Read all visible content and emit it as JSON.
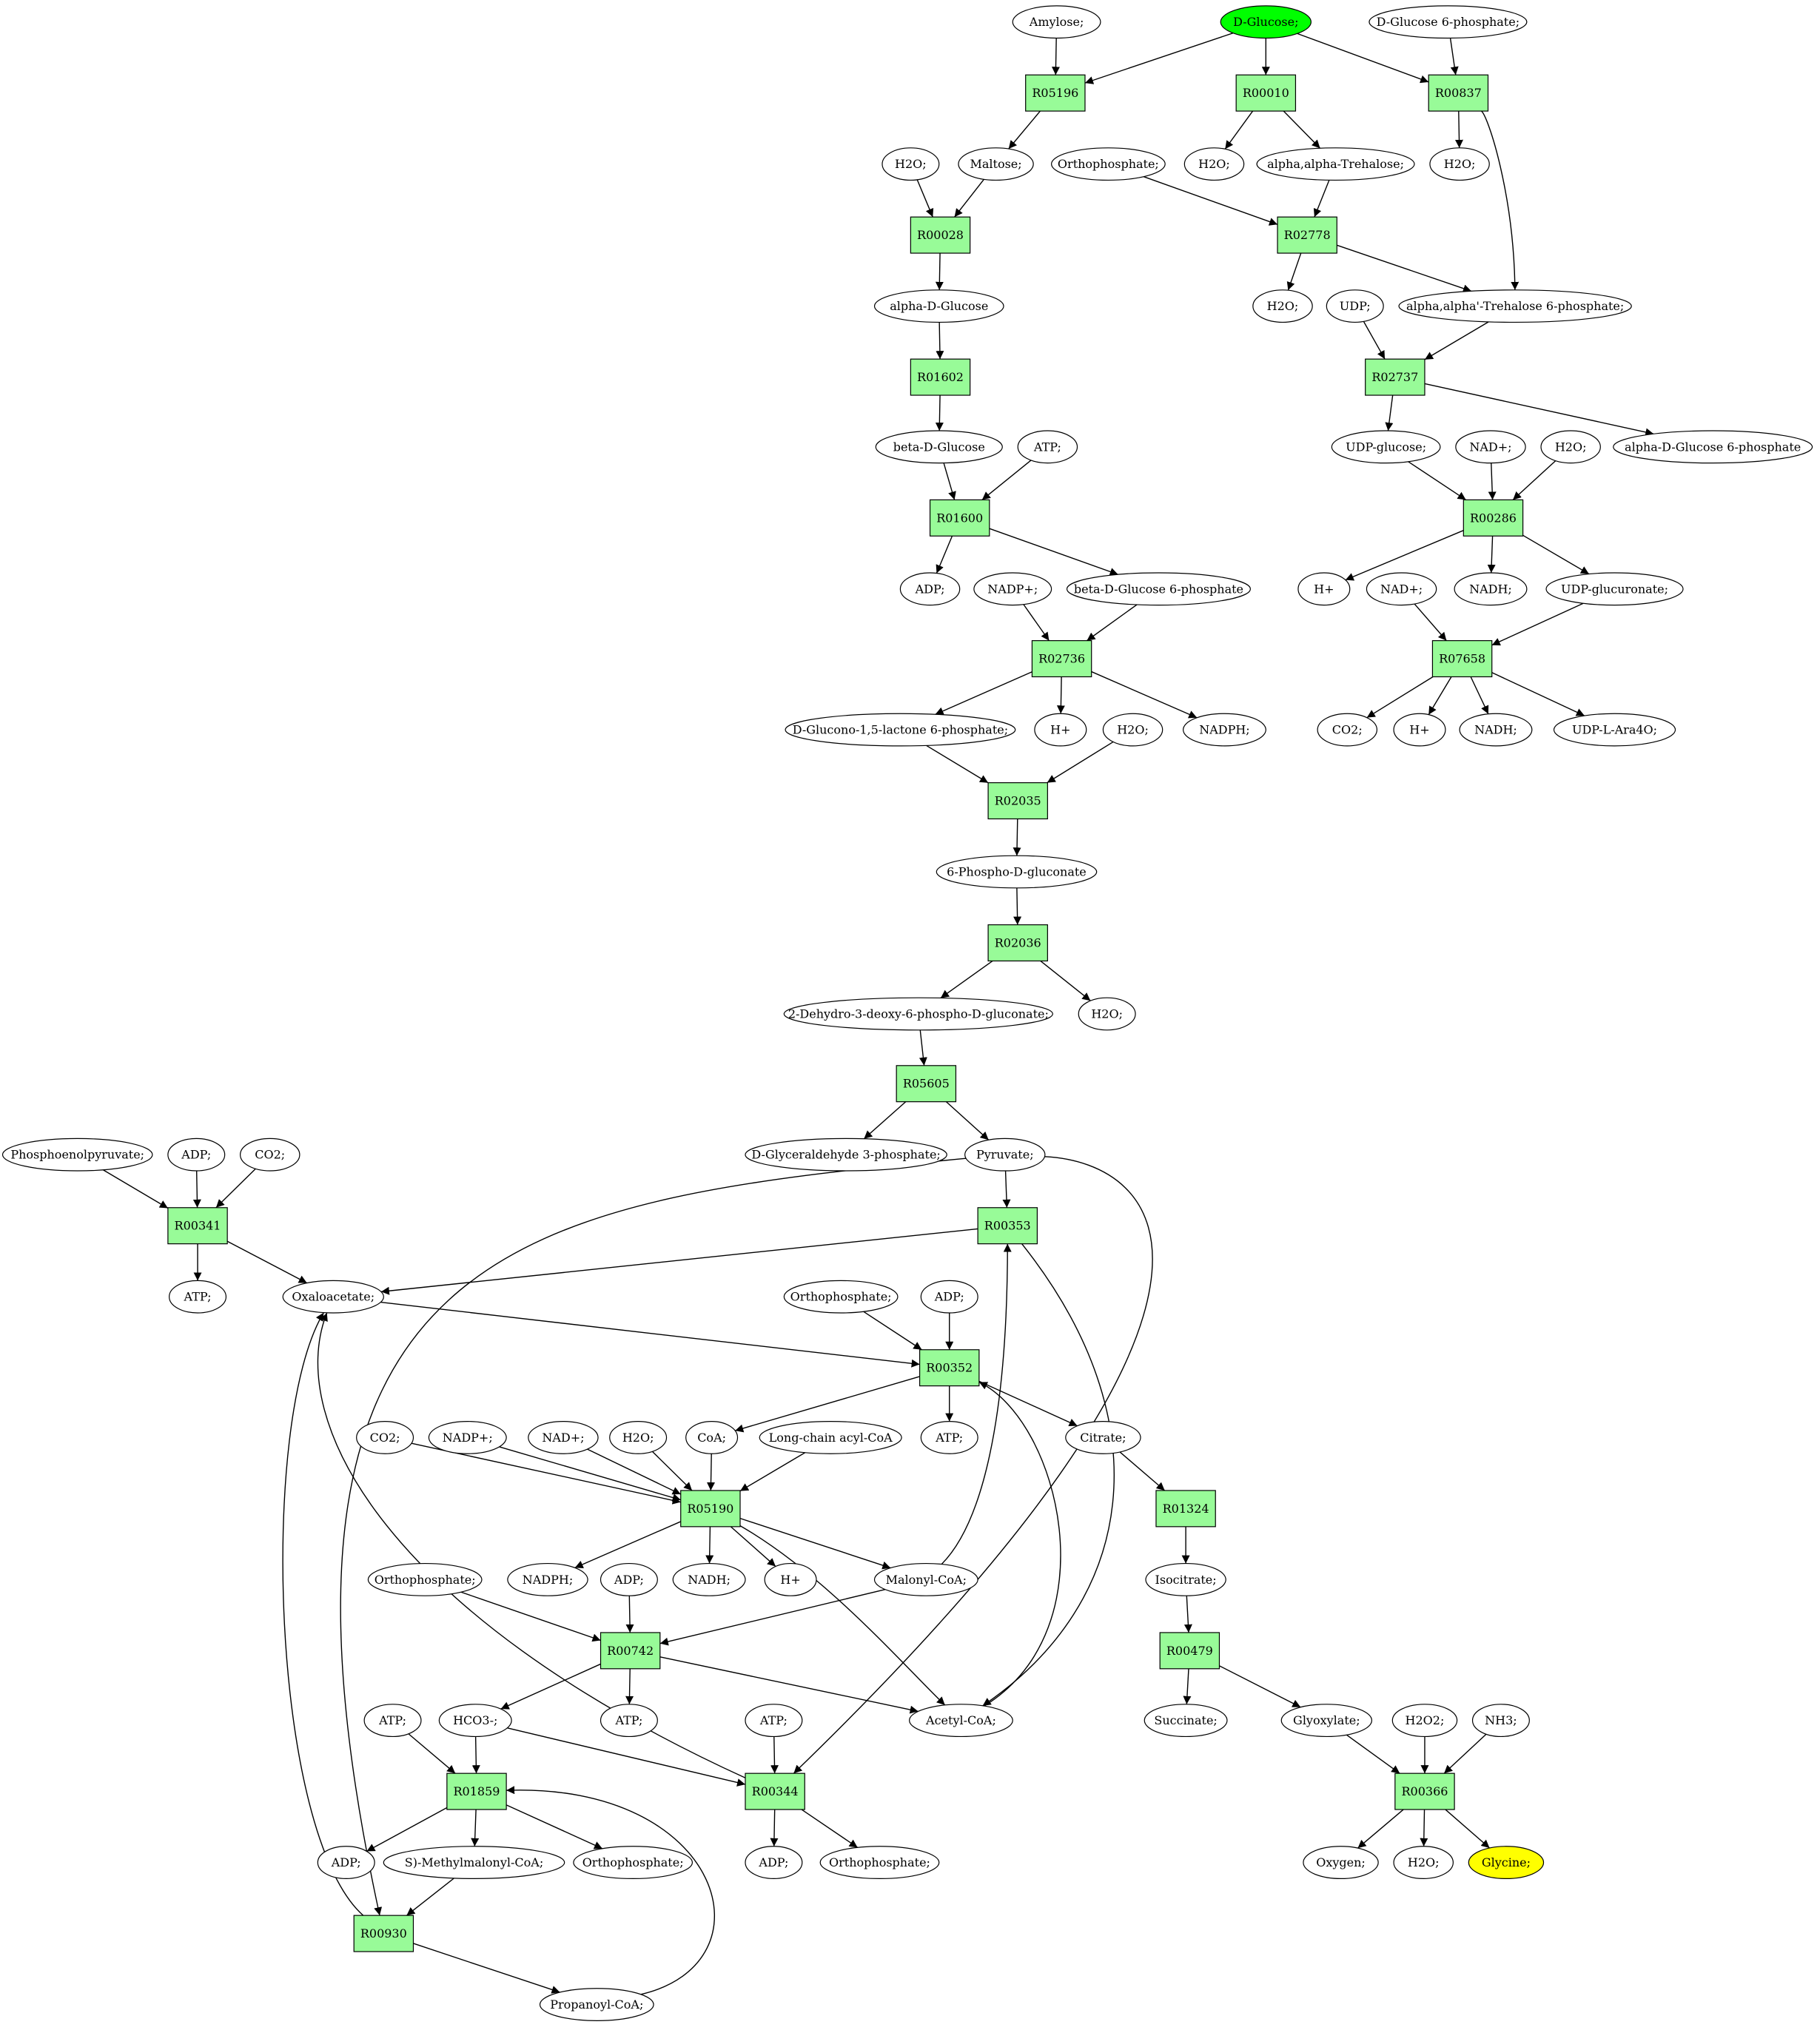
{
  "colors": {
    "reaction": "#98fb98",
    "metabolite": "#ffffff",
    "start": "#00ff00",
    "target": "#ffff00"
  },
  "reactions": [
    "R05196",
    "R00010",
    "R00837",
    "R00028",
    "R02778",
    "R01602",
    "R02737",
    "R01600",
    "R00286",
    "R02736",
    "R07658",
    "R02035",
    "R02036",
    "R05605",
    "R00341",
    "R00353",
    "R00352",
    "R05190",
    "R01324",
    "R00479",
    "R00742",
    "R01859",
    "R00344",
    "R00366",
    "R00930"
  ],
  "metabolites": {
    "amylose": "Amylose;",
    "dglucose": "D-Glucose;",
    "dg6p": "D-Glucose 6-phosphate;",
    "maltose": "Maltose;",
    "h2o_1": "H2O;",
    "orthophosphate_1": "Orthophosphate;",
    "h2o_2": "H2O;",
    "trehalose": "alpha,alpha-Trehalose;",
    "h2o_3": "H2O;",
    "alpha_d_glucose": "alpha-D-Glucose",
    "h2o_4": "H2O;",
    "udp": "UDP;",
    "trehalose6p": "alpha,alpha'-Trehalose 6-phosphate;",
    "beta_d_glucose": "beta-D-Glucose",
    "atp_1": "ATP;",
    "udp_glucose": "UDP-glucose;",
    "nad_1": "NAD+;",
    "h2o_5": "H2O;",
    "alpha_dg6p": "alpha-D-Glucose 6-phosphate",
    "adp_1": "ADP;",
    "nadp_1": "NADP+;",
    "beta_dg6p": "beta-D-Glucose 6-phosphate",
    "hplus_1": "H+",
    "nad_2": "NAD+;",
    "nadh_1": "NADH;",
    "udp_glucuronate": "UDP-glucuronate;",
    "glucono": "D-Glucono-1,5-lactone 6-phosphate;",
    "hplus_2": "H+",
    "h2o_6": "H2O;",
    "nadph_1": "NADPH;",
    "co2_1": "CO2;",
    "hplus_3": "H+",
    "nadh_2": "NADH;",
    "udp_ara": "UDP-L-Ara4O;",
    "phosphogluconate": "6-Phospho-D-gluconate",
    "kdpg": "2-Dehydro-3-deoxy-6-phospho-D-gluconate;",
    "h2o_7": "H2O;",
    "pep": "Phosphoenolpyruvate;",
    "adp_2": "ADP;",
    "co2_2": "CO2;",
    "gap": "D-Glyceraldehyde 3-phosphate;",
    "pyruvate": "Pyruvate;",
    "atp_2": "ATP;",
    "oxaloacetate": "Oxaloacetate;",
    "orthophosphate_2": "Orthophosphate;",
    "adp_3": "ADP;",
    "co2_3": "CO2;",
    "nadp_2": "NADP+;",
    "nad_3": "NAD+;",
    "h2o_8": "H2O;",
    "coa": "CoA;",
    "lcacoa": "Long-chain acyl-CoA",
    "atp_3": "ATP;",
    "citrate": "Citrate;",
    "orthophosphate_3": "Orthophosphate;",
    "nadph_2": "NADPH;",
    "adp_4": "ADP;",
    "nadh_3": "NADH;",
    "hplus_4": "H+",
    "malonyl": "Malonyl-CoA;",
    "isocitrate": "Isocitrate;",
    "atp_4": "ATP;",
    "hco3": "HCO3-;",
    "atp_5": "ATP;",
    "acetyl": "Acetyl-CoA;",
    "atp_6": "ATP;",
    "succinate": "Succinate;",
    "glyoxylate": "Glyoxylate;",
    "h2o2": "H2O2;",
    "nh3": "NH3;",
    "adp_5": "ADP;",
    "methylmalonyl": "S)-Methylmalonyl-CoA;",
    "orthophosphate_4": "Orthophosphate;",
    "adp_6": "ADP;",
    "orthophosphate_5": "Orthophosphate;",
    "oxygen": "Oxygen;",
    "h2o_9": "H2O;",
    "glycine": "Glycine;",
    "propanoyl": "Propanoyl-CoA;"
  }
}
